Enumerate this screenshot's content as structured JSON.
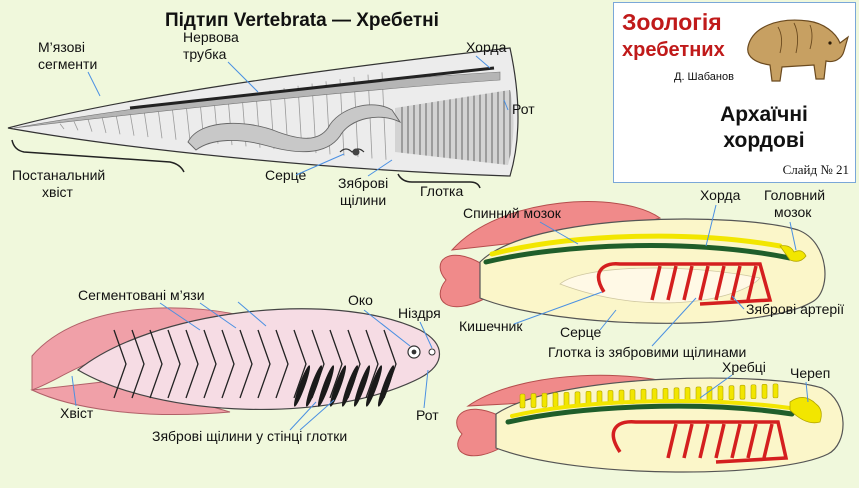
{
  "page_title": "Підтип Vertebrata — Хребетні",
  "title_card": {
    "course_line1": "Зоологія",
    "course_line2": "хребетних",
    "author": "Д. Шабанов",
    "topic_line1": "Архаїчні",
    "topic_line2": "хордові",
    "slide_number": "Слайд № 21",
    "illustration": "rhinoceros-engraving"
  },
  "top_diagram": {
    "muscle_segments": [
      "М’язові",
      "сегменти"
    ],
    "nerve_tube": [
      "Нервова",
      "трубка"
    ],
    "notochord": "Хорда",
    "mouth": "Рот",
    "postanal_tail": [
      "Постанальний",
      "хвіст"
    ],
    "heart": "Серце",
    "gill_slits": [
      "Зяброві",
      "щілини"
    ],
    "pharynx": "Глотка"
  },
  "right_diagram": {
    "spinal_cord": "Спинний мозок",
    "notochord": "Хорда",
    "brain": [
      "Головний",
      "мозок"
    ],
    "intestine": "Кишечник",
    "heart": "Серце",
    "pharynx_gill": "Глотка із зябровими щілинами",
    "gill_arteries": "Зяброві артерії",
    "vertebrae": "Хребці",
    "skull": "Череп"
  },
  "left_diagram": {
    "segmented_muscles": "Сегментовані м’язи",
    "eye": "Око",
    "nostril": "Ніздря",
    "tail": "Хвіст",
    "mouth": "Рот",
    "gill_slits_caption": "Зяброві щілини у стінці глотки"
  },
  "colors": {
    "background": "#f0f8dc",
    "title_red": "#c01a1a",
    "pointer_blue": "#4a90e2",
    "spinal_yellow": "#f2e600",
    "notochord_green": "#1f5e2a",
    "artery_red": "#d41f1f",
    "fin_pink": "#f08a8a",
    "body_cream": "#fbf6c9",
    "body_pink": "#f6dce4"
  }
}
